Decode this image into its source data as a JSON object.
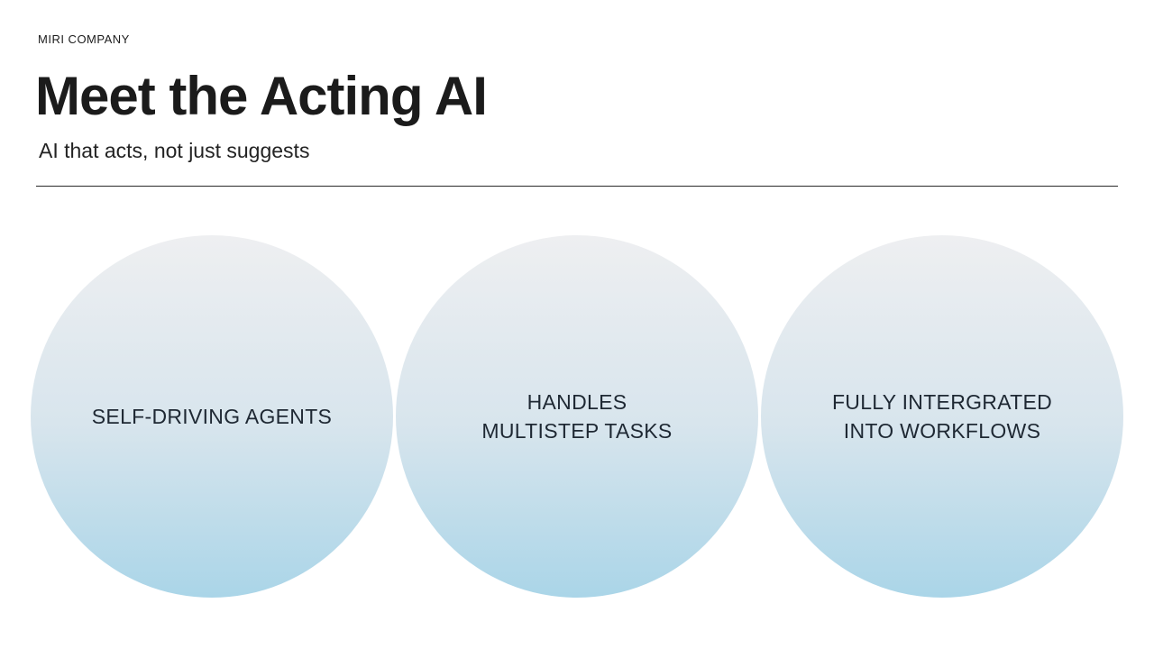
{
  "header": {
    "brand": "MIRI COMPANY",
    "title": "Meet the Acting AI",
    "subtitle": "AI that acts, not just suggests"
  },
  "circles": [
    {
      "lines": [
        "SELF-DRIVING AGENTS"
      ]
    },
    {
      "lines": [
        "HANDLES",
        "MULTISTEP TASKS"
      ]
    },
    {
      "lines": [
        "FULLY INTERGRATED",
        "INTO WORKFLOWS"
      ]
    }
  ],
  "colors": {
    "background": "#ffffff",
    "text_dark": "#1b1b1b",
    "subtitle_text": "#232323",
    "divider": "#2b2b2b",
    "circle_text": "#1e2833",
    "circle_gradient_top": "#eeeff1",
    "circle_gradient_mid": "#d8e5ed",
    "circle_gradient_bottom": "#aad5e8"
  }
}
